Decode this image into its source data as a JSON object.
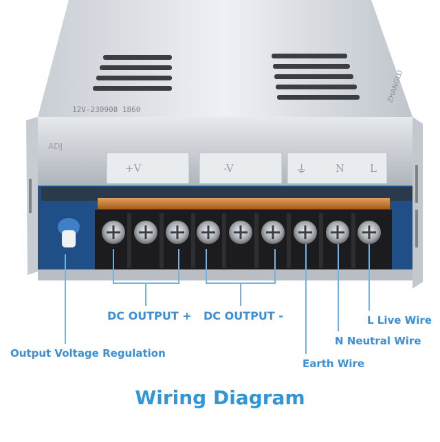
{
  "diagram": {
    "title": "Wiring Diagram",
    "labels": {
      "dc_output_plus": "DC OUTPUT +",
      "dc_output_minus": "DC OUTPUT -",
      "live_wire": "L Live Wire",
      "neutral_wire": "N Neutral Wire",
      "earth_wire": "Earth Wire",
      "output_voltage_regulation": "Output Voltage Regulation"
    },
    "device_markings": {
      "model_code": "12V-230908 1860",
      "adj": "ADJ",
      "plus_v": "+V",
      "minus_v": "-V",
      "earth_symbol": "⏚",
      "n": "N",
      "l": "L",
      "side_mark": "ZHANGLU"
    },
    "colors": {
      "label_blue": "#3b8fd6",
      "title_blue": "#2f96d8",
      "line_blue": "#6db3e8",
      "case_silver": "#d9dde2",
      "terminal_black": "#1c1c1e",
      "pcb_blue": "#1f4f86",
      "copper_strip": "#c9792a"
    }
  }
}
